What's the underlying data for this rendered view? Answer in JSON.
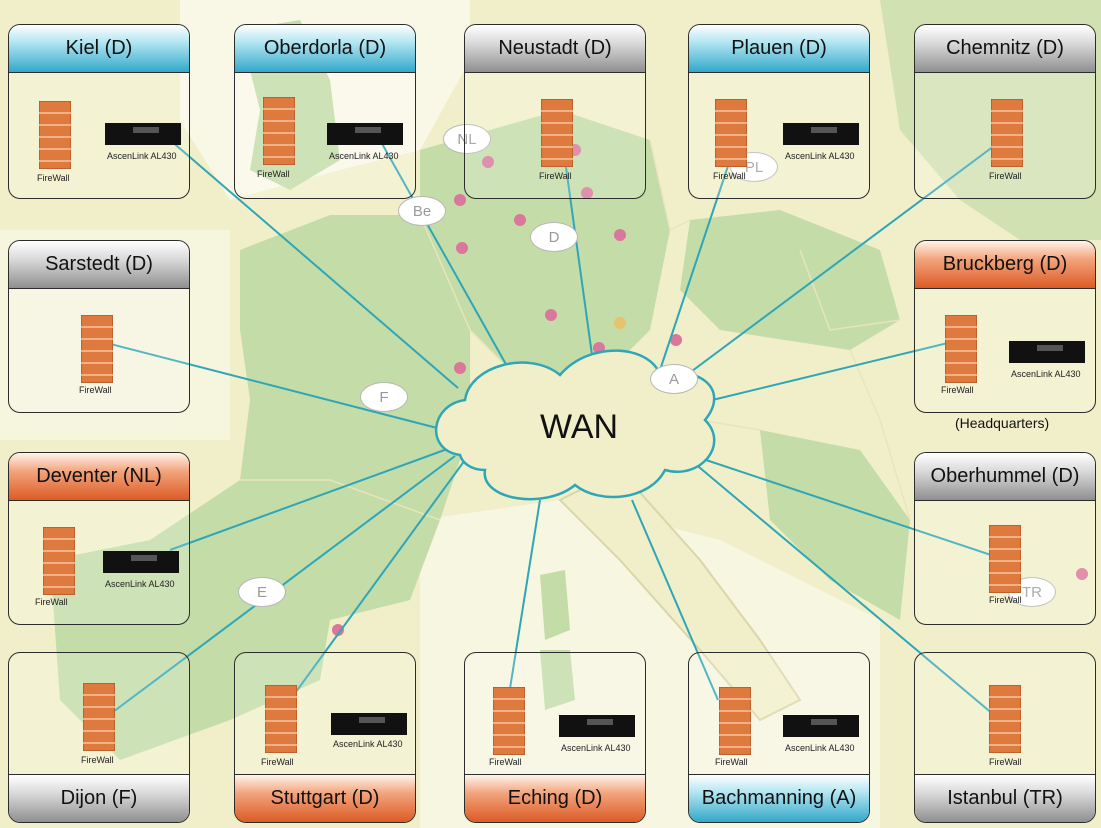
{
  "network": {
    "wan_label": "WAN",
    "hq_note": "(Headquarters)",
    "firewall_label": "FireWall",
    "device_label": "AscenLink AL430",
    "device_brand": "AscenLink",
    "colors": {
      "link": "#2ea6b8",
      "green": "#c4dca8",
      "sand": "#f1efc9",
      "city": "#d9789a",
      "blue": "#33a8c9",
      "grey": "#8f8f8f",
      "orange": "#dc5b25"
    },
    "sites": [
      {
        "name": "Kiel (D)",
        "color": "blue",
        "header": "top",
        "device": true
      },
      {
        "name": "Oberdorla (D)",
        "color": "blue",
        "header": "top",
        "device": true
      },
      {
        "name": "Neustadt (D)",
        "color": "grey",
        "header": "top",
        "device": false
      },
      {
        "name": "Plauen (D)",
        "color": "blue",
        "header": "top",
        "device": true
      },
      {
        "name": "Chemnitz (D)",
        "color": "grey",
        "header": "top",
        "device": false
      },
      {
        "name": "Sarstedt (D)",
        "color": "grey",
        "header": "top",
        "device": false
      },
      {
        "name": "Bruckberg (D)",
        "color": "orange",
        "header": "top",
        "device": true
      },
      {
        "name": "Deventer (NL)",
        "color": "orange",
        "header": "top",
        "device": true
      },
      {
        "name": "Oberhummel (D)",
        "color": "grey",
        "header": "top",
        "device": false
      },
      {
        "name": "Dijon (F)",
        "color": "grey",
        "header": "bottom",
        "device": false
      },
      {
        "name": "Stuttgart (D)",
        "color": "orange",
        "header": "bottom",
        "device": true
      },
      {
        "name": "Eching (D)",
        "color": "orange",
        "header": "bottom",
        "device": true
      },
      {
        "name": "Bachmanning (A)",
        "color": "blue",
        "header": "bottom",
        "device": true
      },
      {
        "name": "Istanbul (TR)",
        "color": "grey",
        "header": "bottom",
        "device": false
      }
    ],
    "country_codes": [
      "NL",
      "Be",
      "D",
      "PL",
      "F",
      "A",
      "E",
      "TR"
    ]
  }
}
